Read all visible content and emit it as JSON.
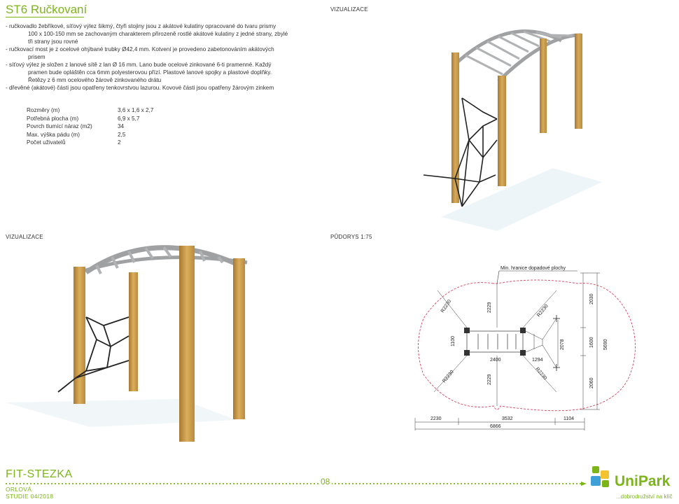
{
  "title": "ST6 Ručkovaní",
  "description": [
    {
      "text": "- ručkovadlo žebříkové, síťový výlez šikmý, čtyři stojiny jsou z akátové kulatiny opracované do tvaru prismy",
      "indent": false
    },
    {
      "text": "100 x 100-150 mm se zachovaným charakterem přirozeně rostlé akátové kulatiny z jedné strany, zbylé",
      "indent": true
    },
    {
      "text": "tři strany jsou rovné",
      "indent": true
    },
    {
      "text": "- ručkovací most je z ocelové ohýbané trubky Ø42,4 mm. Kotvení je provedeno zabetonováním akátových",
      "indent": false
    },
    {
      "text": "prisem",
      "indent": true
    },
    {
      "text": "- síťový výlez je složen z lanové sítě z lan Ø 16 mm. Lano bude ocelové zinkované 6-ti pramenné. Každý",
      "indent": false
    },
    {
      "text": "pramen bude opláštěn cca 6mm polyesterovou přízí. Plastové lanové spojky a plastové doplňky.",
      "indent": true
    },
    {
      "text": "Řetězy z 6 mm ocelového žárově zinkovaného drátu",
      "indent": true
    },
    {
      "text": "- dřevěné (akátové) části jsou opatřeny tenkovrstvou lazurou. Kovové části jsou opatřeny žárovým zinkem",
      "indent": false
    }
  ],
  "specs": [
    {
      "label": "Rozměry (m)",
      "value": "3,6 x 1,6 x 2,7"
    },
    {
      "label": "Potřebná plocha (m)",
      "value": "6,9 x 5,7"
    },
    {
      "label": "Povrch tlumící náraz (m2)",
      "value": "34"
    },
    {
      "label": "Max. výška pádu (m)",
      "value": "2,5"
    },
    {
      "label": "Počet uživatelů",
      "value": "2"
    }
  ],
  "sections": {
    "vis_top": "VIZUALIZACE",
    "vis_bottom": "VIZUALIZACE",
    "plan": "PŮDORYS 1:75"
  },
  "plan": {
    "zone_label": "Min. hranice dopadové plochy",
    "radius_tl": "R2230",
    "radius_tr": "R2230",
    "radius_bl": "R2230",
    "radius_br": "R2230",
    "dim_top": "2229",
    "dim_bottom": "2229",
    "dim_2400": "2400",
    "dim_1294": "1294",
    "dim_1100": "1100",
    "dim_2078": "2078",
    "right_2030": "2030",
    "right_1600": "1600",
    "right_2060": "2060",
    "right_5690": "5690",
    "bottom_2230": "2230",
    "bottom_3532": "3532",
    "bottom_1104": "1104",
    "bottom_6866": "6866"
  },
  "footer": {
    "title": "FIT-STEZKA",
    "sub1": "ORLOVÁ",
    "sub2": "STUDIE 04/2018",
    "page": "08",
    "logo": "UniPark",
    "slogan": "...dobrodružství na klíč"
  },
  "colors": {
    "accent": "#7cb518",
    "wood": "#c99a4a",
    "steel": "#a7a9ab",
    "zone": "#d9415d"
  }
}
